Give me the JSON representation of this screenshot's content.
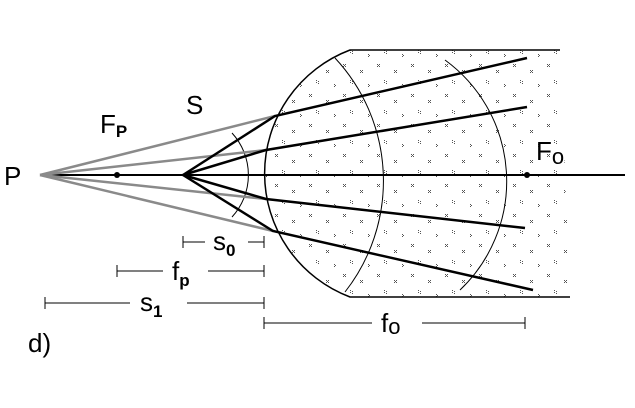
{
  "figure_label": "d)",
  "points": {
    "P": "P",
    "Fp": {
      "main": "F",
      "sub": "P"
    },
    "S": "S",
    "Fo": {
      "main": "F",
      "sub": "o"
    }
  },
  "dimensions": {
    "s0": {
      "main": "s",
      "sub": "0"
    },
    "fp": {
      "main": "f",
      "sub": "p"
    },
    "s1": {
      "main": "s",
      "sub": "1"
    },
    "fo": {
      "main": "f",
      "sub": "o"
    }
  },
  "colors": {
    "ink": "#000000",
    "grey_rays": "#8a8a8a"
  }
}
